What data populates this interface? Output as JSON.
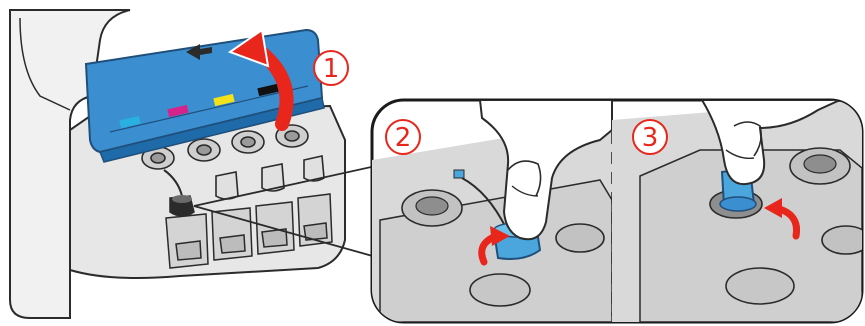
{
  "steps": [
    {
      "label": "1"
    },
    {
      "label": "2"
    },
    {
      "label": "3"
    }
  ],
  "colors": {
    "cover": "#3b8fd0",
    "cover_dark": "#1f6aa8",
    "cap": "#4aa6dc",
    "arrow": "#e8261c",
    "line": "#2b2b2b",
    "body": "#f1f1f1",
    "shade": "#c9c9c9",
    "ink_cyan": "#2ab0e0",
    "ink_magenta": "#d6238c",
    "ink_yellow": "#f3e21a",
    "ink_black": "#111111"
  },
  "icons": [
    "rotate-arrow-icon",
    "ink-cap-icon",
    "lid-open-arrow-icon"
  ]
}
